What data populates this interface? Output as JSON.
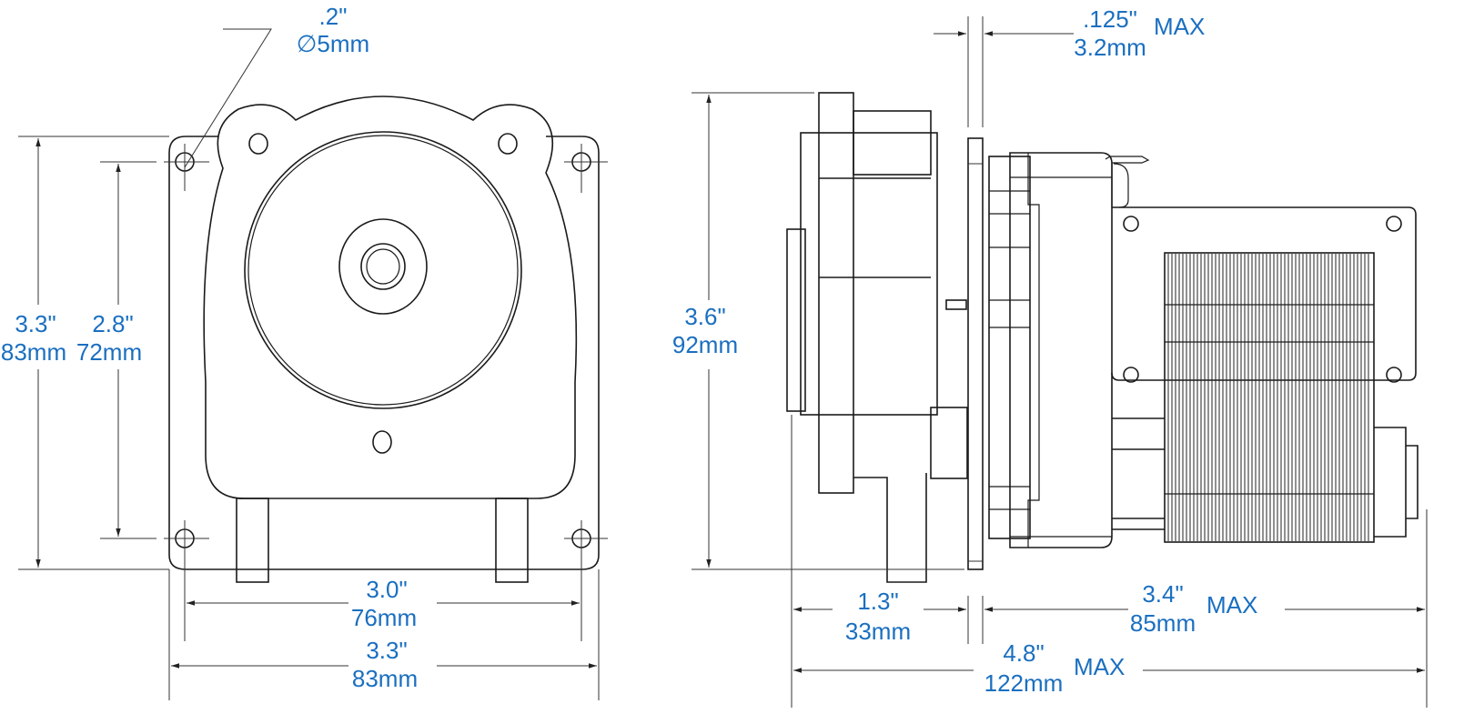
{
  "figure": {
    "type": "dimensioned technical drawing",
    "subject": "peristaltic pump with motor — front and side views",
    "text_color": "#1a6fc0",
    "line_color": "#1a1a1a"
  },
  "front_view": {
    "hole_diameter": {
      "in": ".2\"",
      "mm": "∅5mm"
    },
    "overall_height": {
      "in": "3.3\"",
      "mm": "83mm"
    },
    "hole_spacing_height": {
      "in": "2.8\"",
      "mm": "72mm"
    },
    "hole_spacing_width": {
      "in": "3.0\"",
      "mm": "76mm"
    },
    "overall_width": {
      "in": "3.3\"",
      "mm": "83mm"
    }
  },
  "side_view": {
    "plate_thickness": {
      "in": ".125\"",
      "mm": "3.2mm",
      "qualifier": "MAX"
    },
    "overall_height": {
      "in": "3.6\"",
      "mm": "92mm"
    },
    "pump_depth": {
      "in": "1.3\"",
      "mm": "33mm"
    },
    "motor_depth": {
      "in": "3.4\"",
      "mm": "85mm",
      "qualifier": "MAX"
    },
    "overall_depth": {
      "in": "4.8\"",
      "mm": "122mm",
      "qualifier": "MAX"
    }
  }
}
